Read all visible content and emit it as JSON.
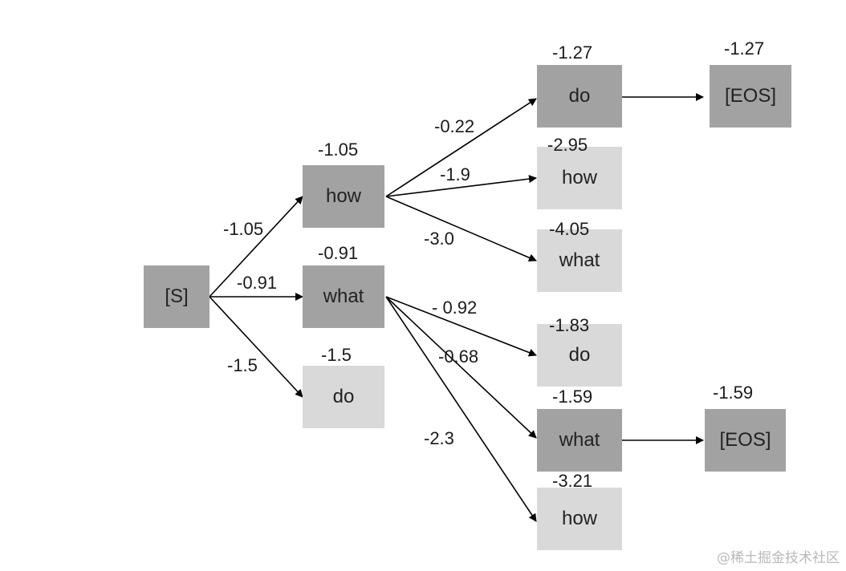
{
  "colors": {
    "selected": "#a2a2a2",
    "unselected": "#d9d9d9",
    "arrow": "#000000"
  },
  "nodes": [
    {
      "id": "s",
      "label": "[S]",
      "score": "",
      "selected": true
    },
    {
      "id": "how1",
      "label": "how",
      "score": "-1.05",
      "selected": true
    },
    {
      "id": "what1",
      "label": "what",
      "score": "-0.91",
      "selected": true
    },
    {
      "id": "do1",
      "label": "do",
      "score": "-1.5",
      "selected": false
    },
    {
      "id": "do2",
      "label": "do",
      "score": "-1.27",
      "selected": true
    },
    {
      "id": "how2",
      "label": "how",
      "score": "-2.95",
      "selected": false
    },
    {
      "id": "what2",
      "label": "what",
      "score": "-4.05",
      "selected": false
    },
    {
      "id": "do3",
      "label": "do",
      "score": "-1.83",
      "selected": false
    },
    {
      "id": "what3",
      "label": "what",
      "score": "-1.59",
      "selected": true
    },
    {
      "id": "how3",
      "label": "how",
      "score": "-3.21",
      "selected": false
    },
    {
      "id": "eos1",
      "label": "[EOS]",
      "score": "-1.27",
      "selected": true
    },
    {
      "id": "eos2",
      "label": "[EOS]",
      "score": "-1.59",
      "selected": true
    }
  ],
  "edges": [
    {
      "from": "s",
      "to": "how1",
      "label": "-1.05"
    },
    {
      "from": "s",
      "to": "what1",
      "label": "-0.91"
    },
    {
      "from": "s",
      "to": "do1",
      "label": "-1.5"
    },
    {
      "from": "how1",
      "to": "do2",
      "label": "-0.22"
    },
    {
      "from": "how1",
      "to": "how2",
      "label": "-1.9"
    },
    {
      "from": "how1",
      "to": "what2",
      "label": "-3.0"
    },
    {
      "from": "what1",
      "to": "do3",
      "label": "- 0.92"
    },
    {
      "from": "what1",
      "to": "what3",
      "label": "-0.68"
    },
    {
      "from": "what1",
      "to": "how3",
      "label": "-2.3"
    },
    {
      "from": "do2",
      "to": "eos1",
      "label": ""
    },
    {
      "from": "what3",
      "to": "eos2",
      "label": ""
    }
  ],
  "watermark": "@稀土掘金技术社区"
}
